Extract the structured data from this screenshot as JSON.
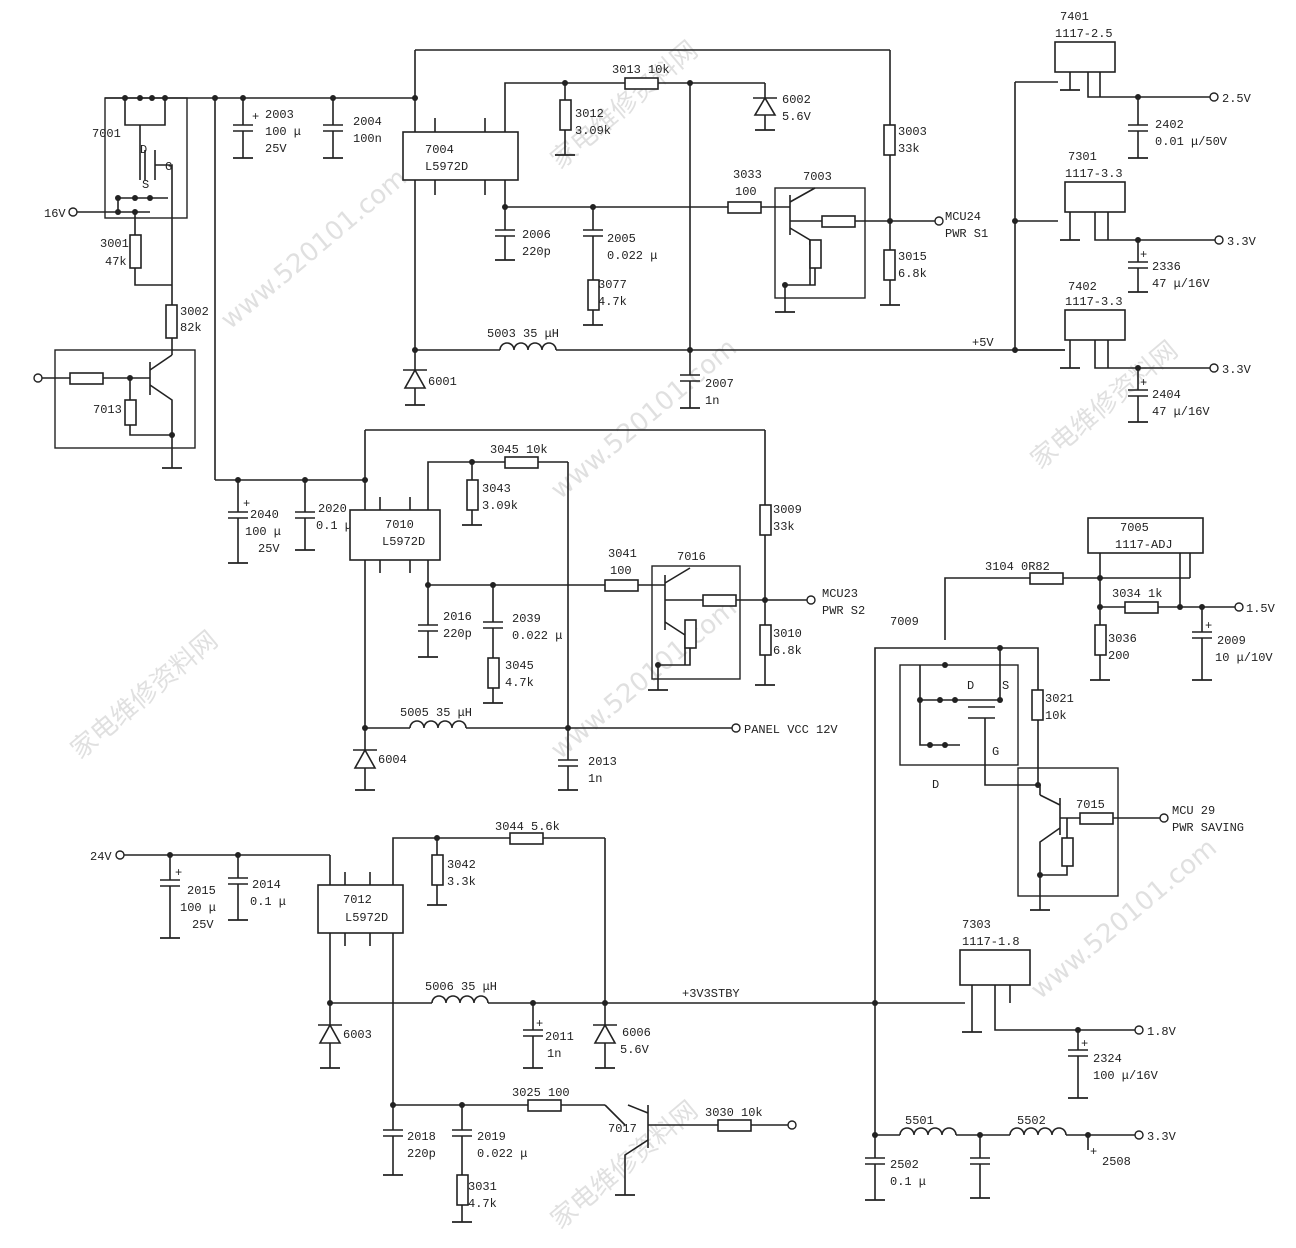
{
  "components": {
    "q7001": "7001",
    "d_label": "D",
    "g_label": "G",
    "s_label": "S",
    "r3001": "3001",
    "r3001_v": "47k",
    "r3002": "3002",
    "r3002_v": "82k",
    "q7013": "7013",
    "c2003": "2003",
    "c2003_v1": "100 μ",
    "c2003_v2": "25V",
    "c2004": "2004",
    "c2004_v": "100n",
    "u7004": "7004",
    "u7004_v": "L5972D",
    "r3012": "3012",
    "r3012_v": "3.09k",
    "r3013": "3013 10k",
    "d6002": "6002",
    "d6002_v": "5.6V",
    "r3003": "3003",
    "r3003_v": "33k",
    "r3033": "3033",
    "r3033_v": "100",
    "q7003": "7003",
    "c2006": "2006",
    "c2006_v": "220p",
    "c2005": "2005",
    "c2005_v": "0.022 μ",
    "r3077": "3077",
    "r3077_v": "4.7k",
    "r3015": "3015",
    "r3015_v": "6.8k",
    "l5003": "5003 35 μH",
    "d6001": "6001",
    "c2007": "2007",
    "c2007_v": "1n",
    "u7401": "7401",
    "u7401_v": "1117-2.5",
    "c2402": "2402",
    "c2402_v": "0.01 μ/50V",
    "u7301": "7301",
    "u7301_v": "1117-3.3",
    "c2336": "2336",
    "c2336_v": "47 μ/16V",
    "u7402": "7402",
    "u7402_v": "1117-3.3",
    "c2404": "2404",
    "c2404_v": "47 μ/16V",
    "c2040": "2040",
    "c2040_v1": "100 μ",
    "c2040_v2": "25V",
    "c2020": "2020",
    "c2020_v": "0.1 μ",
    "u7010": "7010",
    "u7010_v": "L5972D",
    "r3043": "3043",
    "r3043_v": "3.09k",
    "r3045a": "3045 10k",
    "r3009": "3009",
    "r3009_v": "33k",
    "r3041": "3041",
    "r3041_v": "100",
    "q7016": "7016",
    "c2016": "2016",
    "c2016_v": "220p",
    "c2039": "2039",
    "c2039_v": "0.022 μ",
    "r3045b": "3045",
    "r3045b_v": "4.7k",
    "r3010": "3010",
    "r3010_v": "6.8k",
    "l5005": "5005 35 μH",
    "d6004": "6004",
    "c2013": "2013",
    "c2013_v": "1n",
    "u7005": "7005",
    "u7005_v": "1117-ADJ",
    "r3104": "3104 0R82",
    "q7009": "7009",
    "r3034": "3034 1k",
    "r3036": "3036",
    "r3036_v": "200",
    "c2009": "2009",
    "c2009_v": "10 μ/10V",
    "r3021": "3021",
    "r3021_v": "10k",
    "q7015": "7015",
    "c2015": "2015",
    "c2015_v1": "100 μ",
    "c2015_v2": "25V",
    "c2014": "2014",
    "c2014_v": "0.1 μ",
    "u7012": "7012",
    "u7012_v": "L5972D",
    "r3042": "3042",
    "r3042_v": "3.3k",
    "r3044": "3044 5.6k",
    "l5006": "5006 35 μH",
    "d6003": "6003",
    "c2011": "2011",
    "c2011_v": "1n",
    "d6006": "6006",
    "d6006_v": "5.6V",
    "c2018": "2018",
    "c2018_v": "220p",
    "c2019": "2019",
    "c2019_v": "0.022 μ",
    "r3031": "3031",
    "r3031_v": "4.7k",
    "r3025": "3025 100",
    "q7017": "7017",
    "r3030": "3030 10k",
    "u7303": "7303",
    "u7303_v": "1117-1.8",
    "c2324": "2324",
    "c2324_v": "100 μ/16V",
    "l5501": "5501",
    "l5502": "5502",
    "c2502": "2502",
    "c2502_v": "0.1 μ",
    "c2508": "2508"
  },
  "nets": {
    "v16": "16V",
    "v24": "24V",
    "v5": "+5V",
    "v3v3stby": "+3V3STBY",
    "out_2v5": "2.5V",
    "out_3v3a": "3.3V",
    "out_3v3b": "3.3V",
    "out_1v5": "1.5V",
    "out_1v8": "1.8V",
    "out_3v3c": "3.3V",
    "mcu24": "MCU24",
    "pwr_s1": "PWR S1",
    "mcu23": "MCU23",
    "pwr_s2": "PWR S2",
    "panel": "PANEL VCC 12V",
    "mcu29": "MCU 29",
    "pwr_saving": "PWR SAVING"
  },
  "watermark": {
    "cn": "家电维修资料网",
    "url": "www.520101.com"
  }
}
